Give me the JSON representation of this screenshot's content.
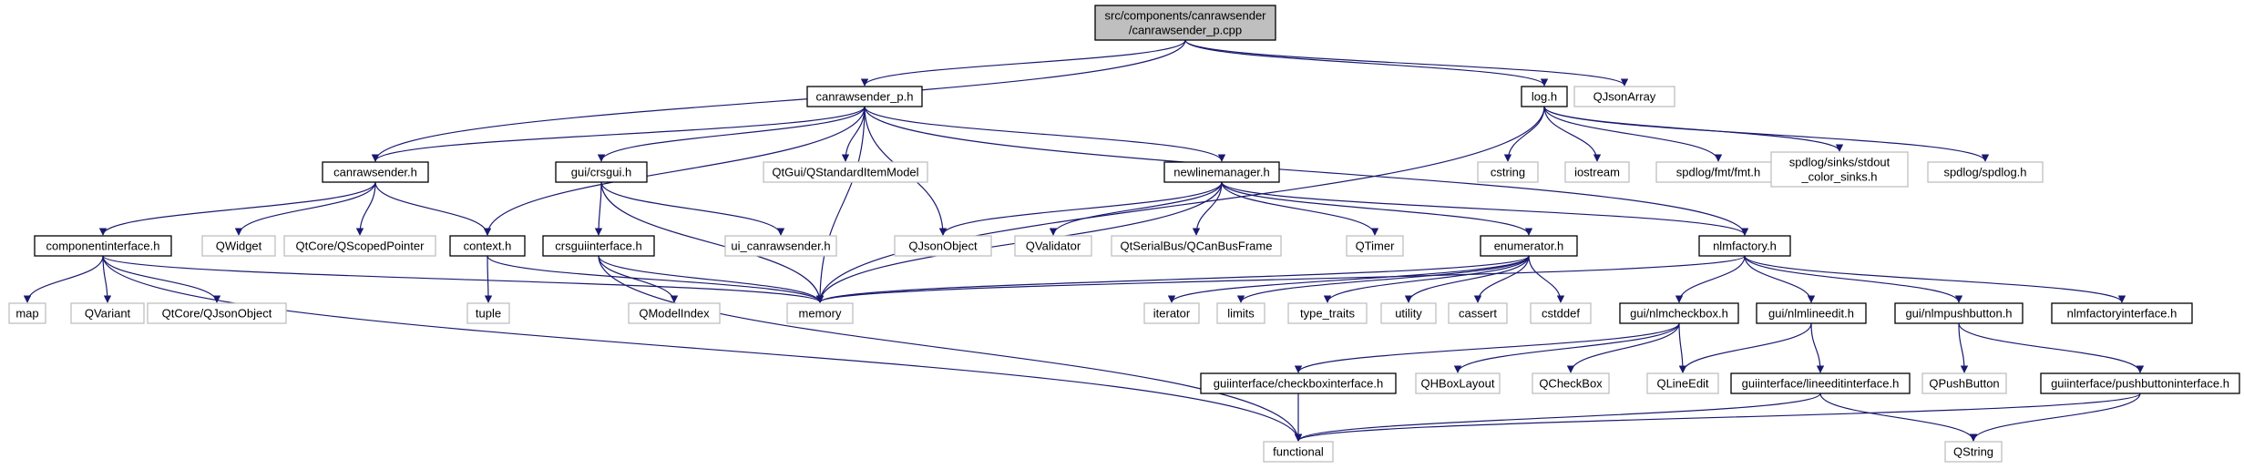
{
  "colors": {
    "edge": "#191970",
    "root_fill": "#bfbfbf",
    "root_stroke": "#000000",
    "local_stroke": "#000000",
    "system_stroke": "#bfbfbf",
    "node_fill": "#ffffff"
  },
  "nodes": [
    {
      "id": "root",
      "lines": [
        "src/components/canrawsender",
        "/canrawsender_p.cpp"
      ],
      "kind": "root"
    },
    {
      "id": "canrawsender_p",
      "lines": [
        "canrawsender_p.h"
      ],
      "kind": "local"
    },
    {
      "id": "log",
      "lines": [
        "log.h"
      ],
      "kind": "local"
    },
    {
      "id": "qjsonarray",
      "lines": [
        "QJsonArray"
      ],
      "kind": "system"
    },
    {
      "id": "canrawsender",
      "lines": [
        "canrawsender.h"
      ],
      "kind": "local"
    },
    {
      "id": "crsgui",
      "lines": [
        "gui/crsgui.h"
      ],
      "kind": "local"
    },
    {
      "id": "qstandarditemmodel",
      "lines": [
        "QtGui/QStandardItemModel"
      ],
      "kind": "system"
    },
    {
      "id": "newlinemanager",
      "lines": [
        "newlinemanager.h"
      ],
      "kind": "local"
    },
    {
      "id": "cstring",
      "lines": [
        "cstring"
      ],
      "kind": "system"
    },
    {
      "id": "iostream",
      "lines": [
        "iostream"
      ],
      "kind": "system"
    },
    {
      "id": "fmt",
      "lines": [
        "spdlog/fmt/fmt.h"
      ],
      "kind": "system"
    },
    {
      "id": "stdoutsinks",
      "lines": [
        "spdlog/sinks/stdout",
        "_color_sinks.h"
      ],
      "kind": "system"
    },
    {
      "id": "spdlog",
      "lines": [
        "spdlog/spdlog.h"
      ],
      "kind": "system"
    },
    {
      "id": "componentinterface",
      "lines": [
        "componentinterface.h"
      ],
      "kind": "local"
    },
    {
      "id": "qwidget",
      "lines": [
        "QWidget"
      ],
      "kind": "system"
    },
    {
      "id": "qscopedpointer",
      "lines": [
        "QtCore/QScopedPointer"
      ],
      "kind": "system"
    },
    {
      "id": "context",
      "lines": [
        "context.h"
      ],
      "kind": "local"
    },
    {
      "id": "crsguiinterface",
      "lines": [
        "crsguiinterface.h"
      ],
      "kind": "local"
    },
    {
      "id": "ui_canrawsender",
      "lines": [
        "ui_canrawsender.h"
      ],
      "kind": "system"
    },
    {
      "id": "qjsonobject",
      "lines": [
        "QJsonObject"
      ],
      "kind": "system"
    },
    {
      "id": "qvalidator",
      "lines": [
        "QValidator"
      ],
      "kind": "system"
    },
    {
      "id": "qcanbusframe",
      "lines": [
        "QtSerialBus/QCanBusFrame"
      ],
      "kind": "system"
    },
    {
      "id": "qtimer",
      "lines": [
        "QTimer"
      ],
      "kind": "system"
    },
    {
      "id": "enumerator",
      "lines": [
        "enumerator.h"
      ],
      "kind": "local"
    },
    {
      "id": "nlmfactory",
      "lines": [
        "nlmfactory.h"
      ],
      "kind": "local"
    },
    {
      "id": "map",
      "lines": [
        "map"
      ],
      "kind": "system"
    },
    {
      "id": "qvariant",
      "lines": [
        "QVariant"
      ],
      "kind": "system"
    },
    {
      "id": "qtcorejsonobject",
      "lines": [
        "QtCore/QJsonObject"
      ],
      "kind": "system"
    },
    {
      "id": "tuple",
      "lines": [
        "tuple"
      ],
      "kind": "system"
    },
    {
      "id": "qmodelindex",
      "lines": [
        "QModelIndex"
      ],
      "kind": "system"
    },
    {
      "id": "memory",
      "lines": [
        "memory"
      ],
      "kind": "system"
    },
    {
      "id": "iterator",
      "lines": [
        "iterator"
      ],
      "kind": "system"
    },
    {
      "id": "limits",
      "lines": [
        "limits"
      ],
      "kind": "system"
    },
    {
      "id": "type_traits",
      "lines": [
        "type_traits"
      ],
      "kind": "system"
    },
    {
      "id": "utility",
      "lines": [
        "utility"
      ],
      "kind": "system"
    },
    {
      "id": "cassert",
      "lines": [
        "cassert"
      ],
      "kind": "system"
    },
    {
      "id": "cstddef",
      "lines": [
        "cstddef"
      ],
      "kind": "system"
    },
    {
      "id": "nlmcheckbox",
      "lines": [
        "gui/nlmcheckbox.h"
      ],
      "kind": "local"
    },
    {
      "id": "nlmlineedit",
      "lines": [
        "gui/nlmlineedit.h"
      ],
      "kind": "local"
    },
    {
      "id": "nlmpushbutton",
      "lines": [
        "gui/nlmpushbutton.h"
      ],
      "kind": "local"
    },
    {
      "id": "nlmfactoryinterface",
      "lines": [
        "nlmfactoryinterface.h"
      ],
      "kind": "local"
    },
    {
      "id": "checkboxinterface",
      "lines": [
        "guiinterface/checkboxinterface.h"
      ],
      "kind": "local"
    },
    {
      "id": "qhboxlayout",
      "lines": [
        "QHBoxLayout"
      ],
      "kind": "system"
    },
    {
      "id": "qcheckbox",
      "lines": [
        "QCheckBox"
      ],
      "kind": "system"
    },
    {
      "id": "qlineedit",
      "lines": [
        "QLineEdit"
      ],
      "kind": "system"
    },
    {
      "id": "lineeditinterface",
      "lines": [
        "guiinterface/lineeditinterface.h"
      ],
      "kind": "local"
    },
    {
      "id": "qpushbutton",
      "lines": [
        "QPushButton"
      ],
      "kind": "system"
    },
    {
      "id": "pushbuttoninterface",
      "lines": [
        "guiinterface/pushbuttoninterface.h"
      ],
      "kind": "local"
    },
    {
      "id": "functional",
      "lines": [
        "functional"
      ],
      "kind": "system"
    },
    {
      "id": "qstring",
      "lines": [
        "QString"
      ],
      "kind": "system"
    }
  ],
  "edges": [
    [
      "root",
      "canrawsender_p"
    ],
    [
      "root",
      "log"
    ],
    [
      "root",
      "qjsonarray"
    ],
    [
      "root",
      "canrawsender"
    ],
    [
      "canrawsender_p",
      "canrawsender"
    ],
    [
      "canrawsender_p",
      "crsgui"
    ],
    [
      "canrawsender_p",
      "qstandarditemmodel"
    ],
    [
      "canrawsender_p",
      "newlinemanager"
    ],
    [
      "canrawsender_p",
      "context"
    ],
    [
      "canrawsender_p",
      "qjsonobject"
    ],
    [
      "canrawsender_p",
      "memory"
    ],
    [
      "canrawsender_p",
      "nlmfactory"
    ],
    [
      "log",
      "cstring"
    ],
    [
      "log",
      "iostream"
    ],
    [
      "log",
      "fmt"
    ],
    [
      "log",
      "stdoutsinks"
    ],
    [
      "log",
      "spdlog"
    ],
    [
      "log",
      "memory"
    ],
    [
      "canrawsender",
      "componentinterface"
    ],
    [
      "canrawsender",
      "qwidget"
    ],
    [
      "canrawsender",
      "qscopedpointer"
    ],
    [
      "canrawsender",
      "context"
    ],
    [
      "crsgui",
      "crsguiinterface"
    ],
    [
      "crsgui",
      "ui_canrawsender"
    ],
    [
      "crsgui",
      "memory"
    ],
    [
      "newlinemanager",
      "qjsonobject"
    ],
    [
      "newlinemanager",
      "qvalidator"
    ],
    [
      "newlinemanager",
      "qcanbusframe"
    ],
    [
      "newlinemanager",
      "qtimer"
    ],
    [
      "newlinemanager",
      "enumerator"
    ],
    [
      "newlinemanager",
      "nlmfactory"
    ],
    [
      "newlinemanager",
      "memory"
    ],
    [
      "componentinterface",
      "map"
    ],
    [
      "componentinterface",
      "qvariant"
    ],
    [
      "componentinterface",
      "qtcorejsonobject"
    ],
    [
      "componentinterface",
      "functional"
    ],
    [
      "componentinterface",
      "memory"
    ],
    [
      "context",
      "tuple"
    ],
    [
      "context",
      "memory"
    ],
    [
      "crsguiinterface",
      "qmodelindex"
    ],
    [
      "crsguiinterface",
      "memory"
    ],
    [
      "crsguiinterface",
      "functional"
    ],
    [
      "enumerator",
      "iterator"
    ],
    [
      "enumerator",
      "limits"
    ],
    [
      "enumerator",
      "type_traits"
    ],
    [
      "enumerator",
      "utility"
    ],
    [
      "enumerator",
      "cassert"
    ],
    [
      "enumerator",
      "cstddef"
    ],
    [
      "enumerator",
      "memory"
    ],
    [
      "nlmfactory",
      "nlmcheckbox"
    ],
    [
      "nlmfactory",
      "nlmlineedit"
    ],
    [
      "nlmfactory",
      "nlmpushbutton"
    ],
    [
      "nlmfactory",
      "nlmfactoryinterface"
    ],
    [
      "nlmfactory",
      "memory"
    ],
    [
      "nlmcheckbox",
      "checkboxinterface"
    ],
    [
      "nlmcheckbox",
      "qhboxlayout"
    ],
    [
      "nlmcheckbox",
      "qcheckbox"
    ],
    [
      "nlmcheckbox",
      "qlineedit"
    ],
    [
      "nlmlineedit",
      "qlineedit"
    ],
    [
      "nlmlineedit",
      "lineeditinterface"
    ],
    [
      "nlmpushbutton",
      "qpushbutton"
    ],
    [
      "nlmpushbutton",
      "pushbuttoninterface"
    ],
    [
      "checkboxinterface",
      "functional"
    ],
    [
      "lineeditinterface",
      "functional"
    ],
    [
      "lineeditinterface",
      "qstring"
    ],
    [
      "pushbuttoninterface",
      "functional"
    ],
    [
      "pushbuttoninterface",
      "qstring"
    ]
  ]
}
